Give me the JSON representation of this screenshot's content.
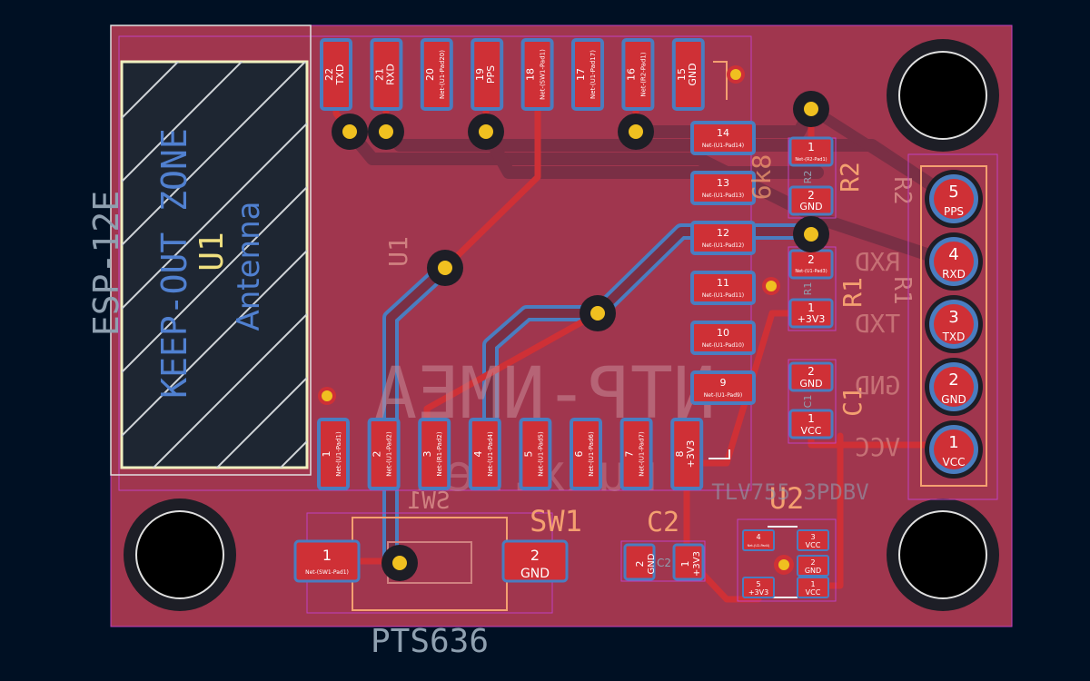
{
  "colors": {
    "background": "#001023",
    "board": "#a0364e",
    "copper_top": "#cf3036",
    "copper_bottom": "#4a7dc0",
    "via_ring": "#1d1e26",
    "via_drill": "#f0c020",
    "silkscreen_front": "#f4a070",
    "silkscreen_back": "#d08080",
    "courtyard": "#c040c0",
    "edge_cuts": "#c0c040",
    "antenna_zone": "#1e2632",
    "fab_text": "#8fa0b0"
  },
  "module": {
    "ref": "U1",
    "ref_back": "U1",
    "value": "ESP-12E",
    "keepout_label": "KEEP-OUT ZONE",
    "antenna_label": "Antenna"
  },
  "top_pads": [
    {
      "num": "22",
      "net": "TXD"
    },
    {
      "num": "21",
      "net": "RXD"
    },
    {
      "num": "20",
      "net": "Net-(U1-Pad20)"
    },
    {
      "num": "19",
      "net": "PPS"
    },
    {
      "num": "18",
      "net": "Net-(SW1-Pad1)"
    },
    {
      "num": "17",
      "net": "Net-(U1-Pad17)"
    },
    {
      "num": "16",
      "net": "Net-(R2-Pad1)"
    },
    {
      "num": "15",
      "net": "GND"
    }
  ],
  "bottom_pads": [
    {
      "num": "1",
      "net": "Net-(U1-Pad1)"
    },
    {
      "num": "2",
      "net": "Net-(U1-Pad2)"
    },
    {
      "num": "3",
      "net": "Net-(R1-Pad2)"
    },
    {
      "num": "4",
      "net": "Net-(U1-Pad4)"
    },
    {
      "num": "5",
      "net": "Net-(U1-Pad5)"
    },
    {
      "num": "6",
      "net": "Net-(U1-Pad6)"
    },
    {
      "num": "7",
      "net": "Net-(U1-Pad7)"
    },
    {
      "num": "8",
      "net": "+3V3"
    }
  ],
  "side_pads": [
    {
      "num": "14",
      "net": "Net-(U1-Pad14)"
    },
    {
      "num": "13",
      "net": "Net-(U1-Pad13)"
    },
    {
      "num": "12",
      "net": "Net-(U1-Pad12)"
    },
    {
      "num": "11",
      "net": "Net-(U1-Pad11)"
    },
    {
      "num": "10",
      "net": "Net-(U1-Pad10)"
    },
    {
      "num": "9",
      "net": "Net-(U1-Pad9)"
    }
  ],
  "header": {
    "pins": [
      {
        "num": "5",
        "net": "PPS"
      },
      {
        "num": "4",
        "net": "RXD"
      },
      {
        "num": "3",
        "net": "TXD"
      },
      {
        "num": "2",
        "net": "GND"
      },
      {
        "num": "1",
        "net": "VCC"
      }
    ],
    "back_labels": [
      "RXD",
      "TXD",
      "GND",
      "VCC"
    ]
  },
  "r2": {
    "ref": "R2",
    "ref_back": "R2",
    "fab": "R2",
    "value": "6k8",
    "pad1_num": "1",
    "pad1_net": "Net-(R2-Pad1)",
    "pad2_num": "2",
    "pad2_net": "GND"
  },
  "r1": {
    "ref": "R1",
    "ref_back": "R1",
    "fab": "R1",
    "pad2_num": "2",
    "pad2_net": "Net-(U1-Pad3)",
    "pad1_num": "1",
    "pad1_net": "+3V3"
  },
  "c1": {
    "ref": "C1",
    "fab": "C1",
    "pad2_num": "2",
    "pad2_net": "GND",
    "pad1_num": "1",
    "pad1_net": "VCC"
  },
  "c2": {
    "ref": "C2",
    "fab": "C2",
    "pad2_num": "2",
    "pad2_net": "GND",
    "pad1_num": "1",
    "pad1_net": "+3V3"
  },
  "u2": {
    "ref": "U2",
    "fab": "U2",
    "value_partial": "TLV755 3PDBV",
    "pads": [
      {
        "num": "4",
        "net": "Net-(U2-Pad4)"
      },
      {
        "num": "3",
        "net": "VCC"
      },
      {
        "num": "2",
        "net": "GND"
      },
      {
        "num": "5",
        "net": "+3V3"
      },
      {
        "num": "1",
        "net": "VCC"
      }
    ]
  },
  "sw1": {
    "ref": "SW1",
    "ref_back": "SW1",
    "value": "PTS636",
    "pad1_num": "1",
    "pad1_net": "Net-(SW1-Pad1)",
    "pad2_num": "2",
    "pad2_net": "GND"
  },
  "back_silk": {
    "title": "NTP-NMEA",
    "subtitle": "nuxx.net"
  }
}
